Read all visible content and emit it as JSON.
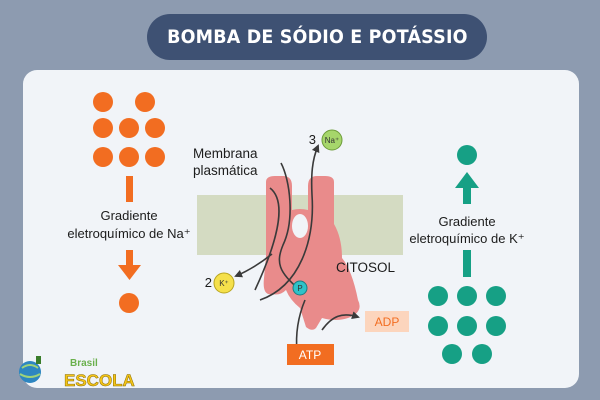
{
  "title": "BOMBA DE SÓDIO E POTÁSSIO",
  "labels": {
    "membrane_line1": "Membrana",
    "membrane_line2": "plasmática",
    "na_gradient_line1": "Gradiente",
    "na_gradient_line2": "eletroquímico de Na⁺",
    "k_gradient_line1": "Gradiente",
    "k_gradient_line2": "eletroquímico de K⁺",
    "cytosol": "CITOSOL",
    "atp": "ATP",
    "adp": "ADP",
    "phosphate": "P",
    "na_ion": "Na⁺",
    "na_count": "3",
    "k_ion": "K⁺",
    "k_count": "2"
  },
  "logo": {
    "line1": "Brasil",
    "line2": "ESCOLA"
  },
  "colors": {
    "background": "#8d9bb0",
    "title_bg": "#3e5173",
    "panel": "#f1f4f8",
    "sodium": "#f26d21",
    "potassium": "#16a085",
    "membrane": "#d4dbc2",
    "pump": "#e98b8b",
    "na_ion": "#a6d66b",
    "k_ion": "#f5e04b",
    "phosphate": "#2fc2c8",
    "atp_box": "#f26d21",
    "adp_box": "#fcd5bd"
  }
}
